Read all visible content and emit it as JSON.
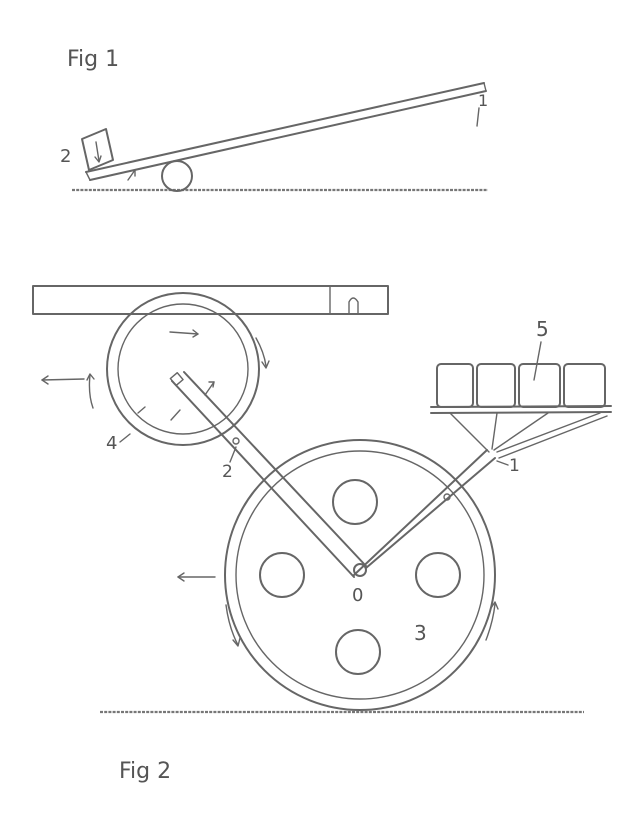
{
  "figures": {
    "fig1": {
      "caption": "Fig 1",
      "labels": {
        "load": "2",
        "end": "1"
      }
    },
    "fig2": {
      "caption": "Fig 2",
      "labels": {
        "small_wheel": "4",
        "arm_joint_left": "2",
        "arm_joint_right": "1",
        "pivot": "0",
        "big_wheel": "3",
        "blocks": "5"
      }
    }
  },
  "colors": {
    "ink": "#666666",
    "paper": "#ffffff"
  }
}
